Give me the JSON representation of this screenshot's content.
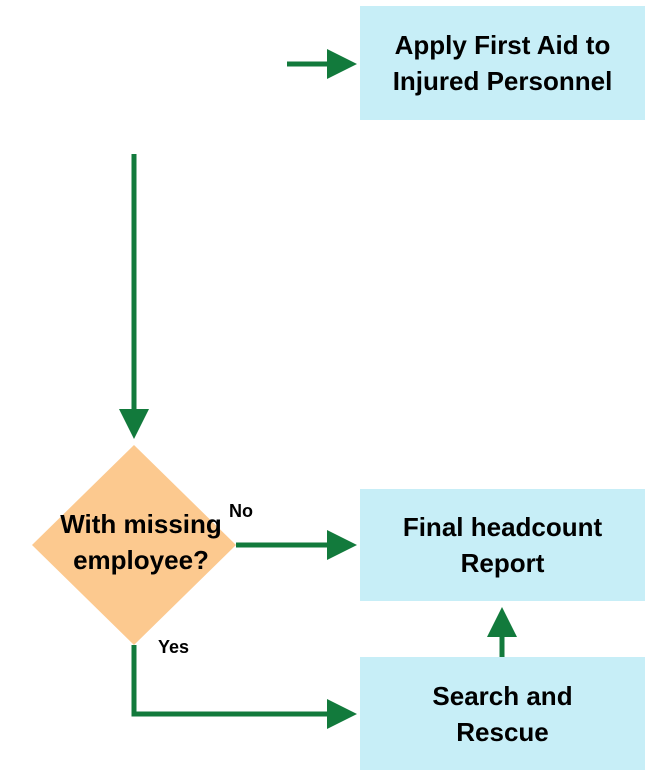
{
  "nodes": {
    "first_aid": {
      "text": "Apply First Aid to Injured Personnel"
    },
    "decision": {
      "line1": "With missing",
      "line2": "employee?"
    },
    "final_report": {
      "text": "Final headcount Report"
    },
    "search_rescue": {
      "text": "Search and Rescue"
    }
  },
  "edge_labels": {
    "no": "No",
    "yes": "Yes"
  },
  "colors": {
    "box_fill": "#c7eef7",
    "diamond_fill": "#fcc98f",
    "arrow": "#127a3c"
  }
}
